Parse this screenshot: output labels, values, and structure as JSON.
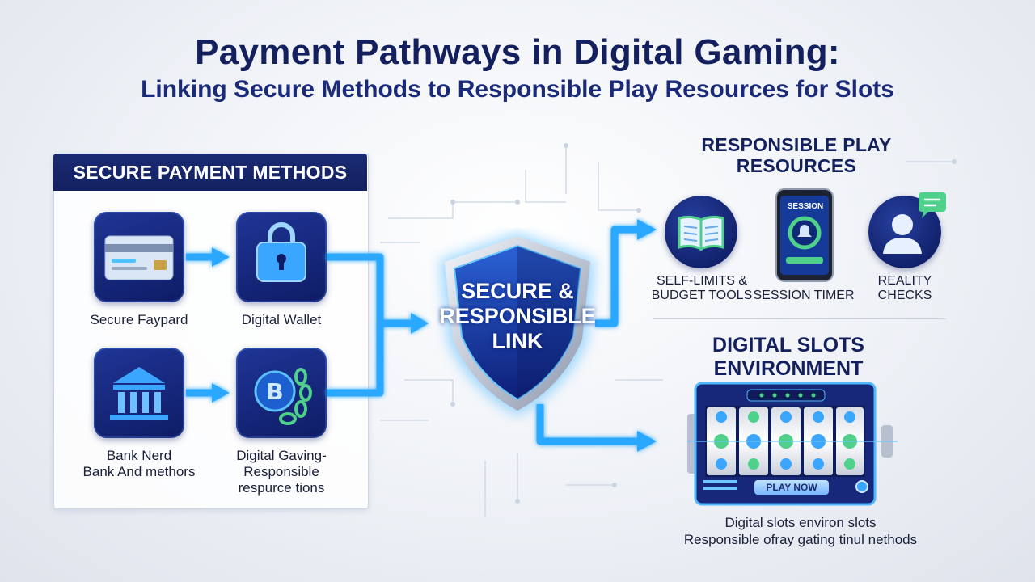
{
  "title": {
    "line1": "Payment Pathways in Digital Gaming:",
    "line2": "Linking Secure Methods to Responsible Play Resources for Slots"
  },
  "payment_panel": {
    "header": "SECURE PAYMENT METHODS",
    "items": [
      {
        "icon": "credit-card-icon",
        "caption": [
          "Secure Faypard"
        ]
      },
      {
        "icon": "wallet-lock-icon",
        "caption": [
          "Digital Wallet"
        ]
      },
      {
        "icon": "bank-icon",
        "caption": [
          "Bank Nerd",
          "Bank And methors"
        ]
      },
      {
        "icon": "bitcoin-chain-icon",
        "caption": [
          "Digital Gaving-",
          "Responsible",
          "respurce tions"
        ]
      }
    ]
  },
  "shield": {
    "lines": [
      "SECURE &",
      "RESPONSIBLE",
      "LINK"
    ]
  },
  "responsible": {
    "title": [
      "RESPONSIBLE PLAY",
      "RESOURCES"
    ],
    "items": [
      {
        "icon": "book-icon",
        "caption": [
          "SELF-LIMITS &",
          "BUDGET TOOLS"
        ]
      },
      {
        "icon": "phone-timer-icon",
        "caption": [
          "SESSION TIMER"
        ],
        "screen_label": "SESSION"
      },
      {
        "icon": "user-chat-icon",
        "caption": [
          "REALITY",
          "CHECKS"
        ]
      }
    ]
  },
  "slots": {
    "title": [
      "DIGITAL SLOTS",
      "ENVIRONMENT"
    ],
    "play_button": "PLAY NOW",
    "caption": [
      "Digital slots environ slots",
      "Responsible ofray gating tinul nethods"
    ]
  },
  "colors": {
    "navy": "#14205e",
    "accent_blue": "#2aa8ff",
    "tile": "#1b2f88"
  }
}
